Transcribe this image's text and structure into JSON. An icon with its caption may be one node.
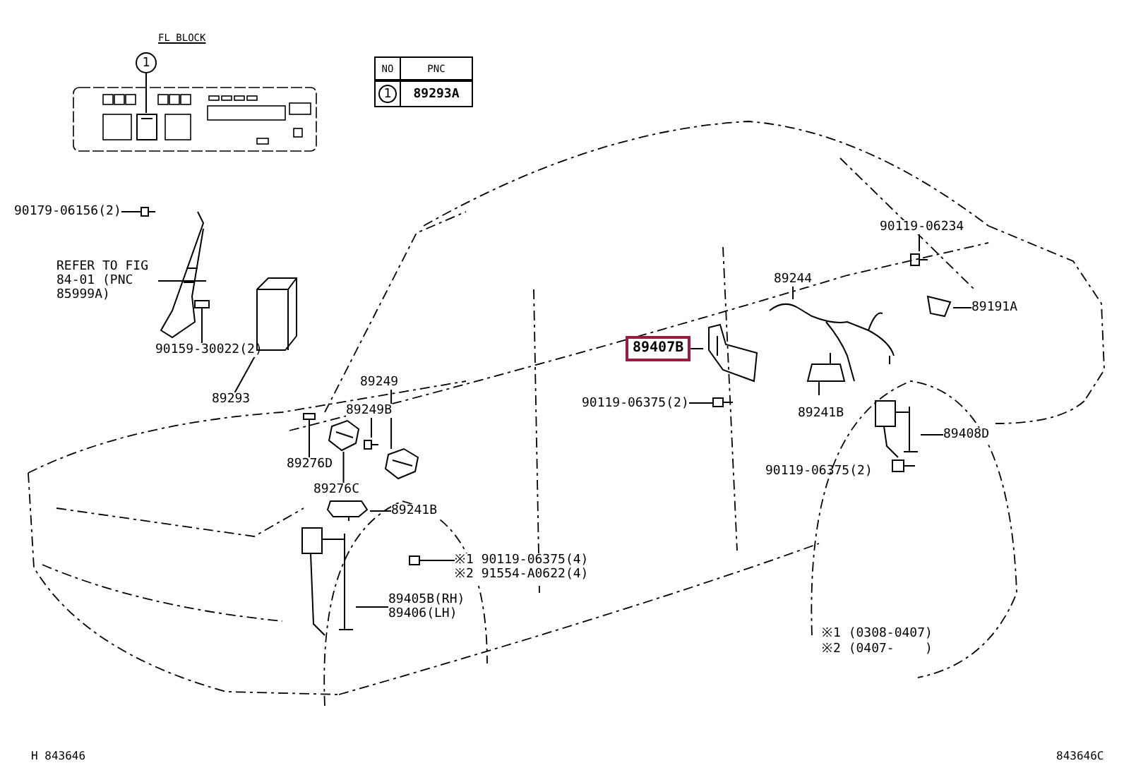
{
  "diagram": {
    "nodes": [
      {
        "text": [
          "1"
        ]
      },
      {
        "text": [],
        "shape": "picture"
      },
      {
        "text": [
          "90179-06156(2)"
        ]
      },
      {
        "text": [],
        "shape": "picture"
      },
      {
        "text": [
          "REFER TO FIG 84-01 (PNC 85999A)"
        ]
      },
      {
        "text": [],
        "shape": "picture"
      },
      {
        "text": [
          "90159-30022(2)"
        ]
      },
      {
        "text": [],
        "shape": "picture"
      },
      {
        "text": [
          "89293"
        ]
      },
      {
        "text": [],
        "shape": "picture"
      },
      {
        "text": [
          "89249"
        ]
      },
      {
        "text": [],
        "shape": "picture"
      },
      {
        "text": [
          "89249B"
        ]
      },
      {
        "text": [],
        "shape": "picture"
      },
      {
        "text": [
          "89276D"
        ]
      },
      {
        "text": [],
        "shape": "picture"
      },
      {
        "text": [
          "89276C"
        ]
      },
      {
        "text": [],
        "shape": "picture"
      },
      {
        "text": [
          "89241B"
        ]
      },
      {
        "text": [],
        "shape": "picture"
      },
      {
        "text": [
          "※1 90119-06375(4)",
          "※2 91554-A0622(4)"
        ]
      },
      {
        "text": [],
        "shape": "picture"
      },
      {
        "text": [
          "89405B(RH)",
          "89406(LH)"
        ]
      },
      {
        "text": [],
        "shape": "picture"
      },
      {
        "text": [
          "89407B"
        ]
      },
      {
        "text": [],
        "shape": "picture"
      },
      {
        "text": [
          "90119-06375(2)"
        ]
      },
      {
        "text": [],
        "shape": "picture"
      },
      {
        "text": [
          "89244"
        ]
      },
      {
        "text": [],
        "shape": "picture"
      },
      {
        "text": [
          "90119-06234"
        ]
      },
      {
        "text": [],
        "shape": "picture"
      },
      {
        "text": [
          "89191A"
        ]
      },
      {
        "text": [],
        "shape": "picture"
      },
      {
        "text": [
          "89408D"
        ]
      },
      {
        "text": [],
        "shape": "picture"
      }
    ],
    "edges": [
      {
        "from": 0,
        "to": 1,
        "arrow": "none"
      },
      {
        "from": 2,
        "to": 3,
        "arrow": "none"
      },
      {
        "from": 4,
        "to": 5,
        "arrow": "none"
      },
      {
        "from": 6,
        "to": 7,
        "arrow": "none"
      },
      {
        "from": 8,
        "to": 9,
        "arrow": "none"
      },
      {
        "from": 10,
        "to": 11,
        "arrow": "none"
      },
      {
        "from": 12,
        "to": 13,
        "arrow": "none"
      },
      {
        "from": 14,
        "to": 15,
        "arrow": "none"
      },
      {
        "from": 16,
        "to": 17,
        "arrow": "none"
      },
      {
        "from": 18,
        "to": 19,
        "arrow": "none"
      },
      {
        "from": 20,
        "to": 21,
        "arrow": "none"
      },
      {
        "from": 22,
        "to": 23,
        "arrow": "none"
      },
      {
        "from": 24,
        "to": 25,
        "arrow": "none"
      },
      {
        "from": 26,
        "to": 27,
        "arrow": "none"
      },
      {
        "from": 28,
        "to": 29,
        "arrow": "none"
      },
      {
        "from": 30,
        "to": 31,
        "arrow": "none"
      },
      {
        "from": 32,
        "to": 33,
        "arrow": "none"
      },
      {
        "from": 34,
        "to": 35,
        "arrow": "none"
      }
    ],
    "labels": [
      "FL BLOCK",
      "NO",
      "PNC",
      "1",
      "89293A",
      "89241B",
      "90119-06375(2)",
      "※1 (0308-0407)",
      "※2 (0407-    )",
      "H 843646",
      "843646C"
    ]
  }
}
